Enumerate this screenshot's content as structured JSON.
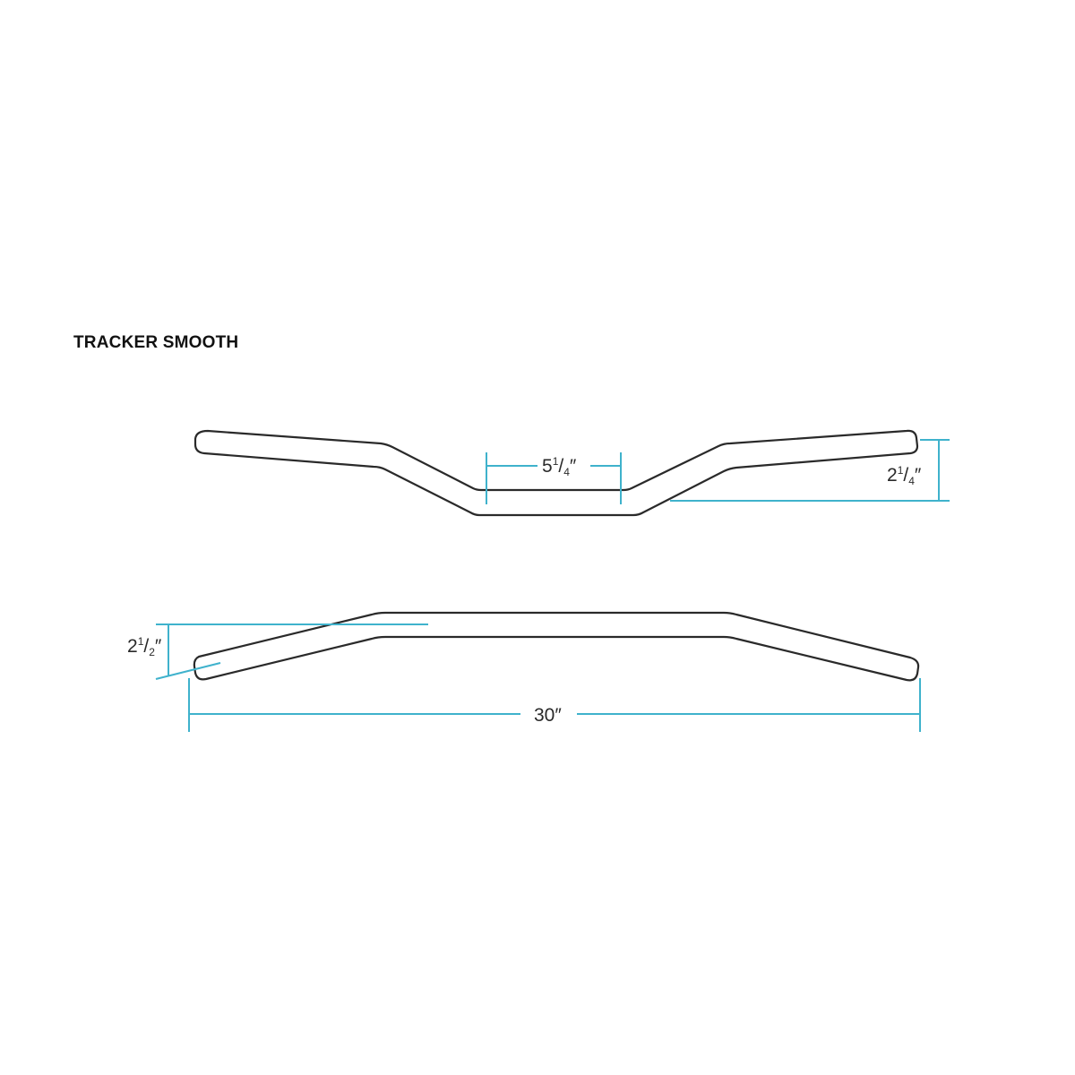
{
  "title": "TRACKER SMOOTH",
  "colors": {
    "outline": "#2a2a2a",
    "dimension": "#3fb2cc",
    "background": "#ffffff"
  },
  "views": {
    "front": {
      "label": "front-view",
      "dimensions": {
        "center_width": {
          "whole": "5",
          "num": "1",
          "den": "4",
          "unit": "″",
          "value_in": 5.25
        },
        "rise": {
          "whole": "2",
          "num": "1",
          "den": "4",
          "unit": "″",
          "value_in": 2.25
        }
      }
    },
    "top": {
      "label": "top-view",
      "dimensions": {
        "pullback": {
          "whole": "2",
          "num": "1",
          "den": "2",
          "unit": "″",
          "value_in": 2.5
        },
        "overall_width": {
          "whole": "30",
          "unit": "″",
          "value_in": 30
        }
      }
    }
  }
}
